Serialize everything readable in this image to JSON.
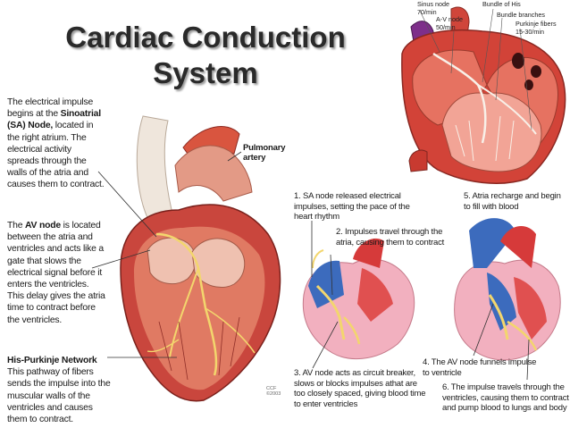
{
  "title": {
    "line1": "Cardiac Conduction",
    "line2": "System"
  },
  "left_panel": {
    "sa_intro": "The electrical impulse begins at the",
    "sa_bold": "Sinoatrial (SA) Node,",
    "sa_rest": "located in the right atrium. The electrical activity spreads through the walls of the atria and causes them to contract.",
    "av_prefix": "The",
    "av_bold": "AV node",
    "av_rest": "is located between the atria and ventricles and acts like a gate that slows the electrical signal before it enters the ventricles. This delay gives the atria time to contract before the ventricles.",
    "hp_title": "His-Purkinje Network",
    "hp_text": "This pathway of fibers sends the impulse into the muscular walls of the ventricles and causes them to contract."
  },
  "center_labels": {
    "pulmonary": "Pulmonary artery",
    "credit": "CCF ©2003"
  },
  "top_right": {
    "sinus_node": "Sinus node",
    "sinus_rate": "70/min",
    "av_node": "A-V node",
    "av_rate": "50/min",
    "bundle_his": "Bundle of His",
    "bundle_branches": "Bundle branches",
    "purkinje": "Purkinje fibers",
    "purkinje_rate": "15-30/min"
  },
  "steps": {
    "s1": "1. SA node released electrical impulses, setting the pace of the heart rhythm",
    "s2": "2. Impulses travel through the atria, causing them to contract",
    "s3": "3. AV node acts as circuit breaker, slows or blocks impulses athat are too closely spaced, giving blood time to enter ventricles",
    "s4": "4. The AV node funnels impulse to ventricle",
    "s5": "5. Atria recharge and begin to fill with blood",
    "s6": "6. The impulse travels through the ventricles, causing them to contract and pump blood to lungs and body"
  },
  "colors": {
    "heart_red": "#c8403a",
    "muscle": "#e06a55",
    "conduction": "#f2d46a",
    "vein_blue": "#3b6fc0",
    "pink": "#f4b9c4"
  }
}
